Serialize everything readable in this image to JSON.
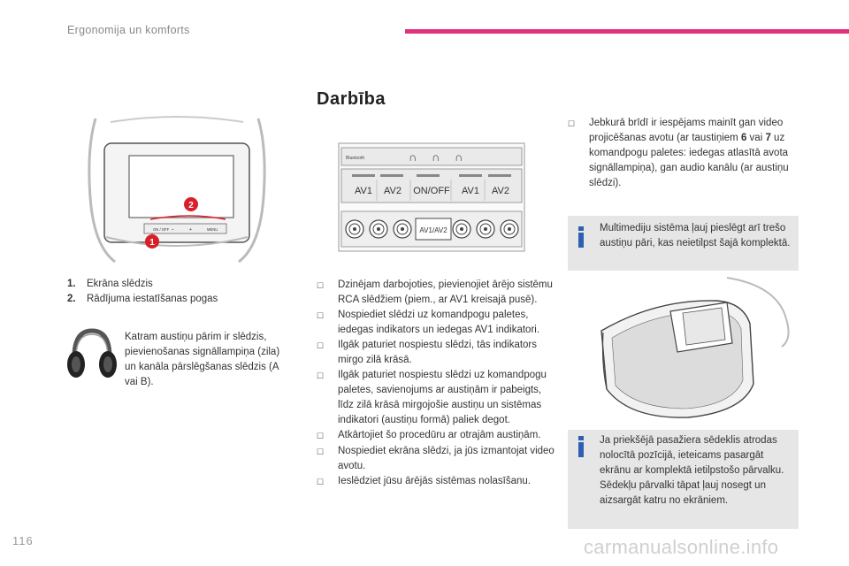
{
  "header": {
    "title": "Ergonomija un komforts"
  },
  "section_title": "Darbība",
  "figure1": {
    "panel_buttons": [
      "ON / OFF",
      "–",
      "+",
      "MENU"
    ],
    "callouts": [
      "1",
      "2"
    ]
  },
  "captions": [
    {
      "num": "1.",
      "text": "Ekrāna slēdzis"
    },
    {
      "num": "2.",
      "text": "Rādījuma iestatīšanas pogas"
    }
  ],
  "headphone_text": "Katram austiņu pārim ir slēdzis, pievienošanas signāllampiņa (zila) un kanāla pārslēgšanas slēdzis (A vai B).",
  "control_panel": {
    "bluetooth_label": "Bluetooth",
    "buttons": [
      "AV1",
      "AV2",
      "ON/OFF",
      "AV1",
      "AV2"
    ],
    "center_button": "AV1/AV2"
  },
  "steps_col1": [
    "Dzinējam darbojoties, pievienojiet ārējo sistēmu RCA slēdžiem (piem., ar AV1 kreisajā pusē).",
    "Nospiediet slēdzi uz komandpogu paletes, iedegas indikators un iedegas AV1 indikatori.",
    "Ilgāk paturiet nospiestu slēdzi, tās indikators mirgo zilā krāsā.",
    "Ilgāk paturiet nospiestu slēdzi uz komandpogu paletes, savienojums ar austiņām ir pabeigts, līdz zilā krāsā mirgojošie austiņu un sistēmas indikatori (austiņu formā) paliek degot.",
    "Atkārtojiet šo procedūru ar otrajām austiņām.",
    "Nospiediet ekrāna slēdzi, ja jūs izmantojat video avotu.",
    "Ieslēdziet jūsu ārējās sistēmas nolasīšanu."
  ],
  "steps_col2": {
    "before": "Jebkurā brīdī ir iespējams mainīt gan video projicēšanas avotu (ar taustiņiem ",
    "num1": "6",
    "mid": " vai ",
    "num2": "7",
    "after": " uz komandpogu paletes: iedegas atlasītā avota signāllampiņa), gan audio kanālu (ar austiņu slēdzi)."
  },
  "info1": "Multimediju sistēma ļauj pieslēgt arī trešo austiņu pāri, kas neietilpst šajā komplektā.",
  "info2_line1": "Ja priekšējā pasažiera sēdeklis atrodas nolocītā pozīcijā, ieteicams pasargāt ekrānu ar komplektā ietilpstošo pārvalku.",
  "info2_line2": "Sēdekļu pārvalki tāpat ļauj nosegt un aizsargāt katru no ekrāniem.",
  "page_number": "116",
  "watermark": "carmanualsonline.info",
  "colors": {
    "accent": "#e0307e",
    "info_icon": "#2f5fb3",
    "callout": "#d8202a",
    "led": "#3a7fd0"
  }
}
